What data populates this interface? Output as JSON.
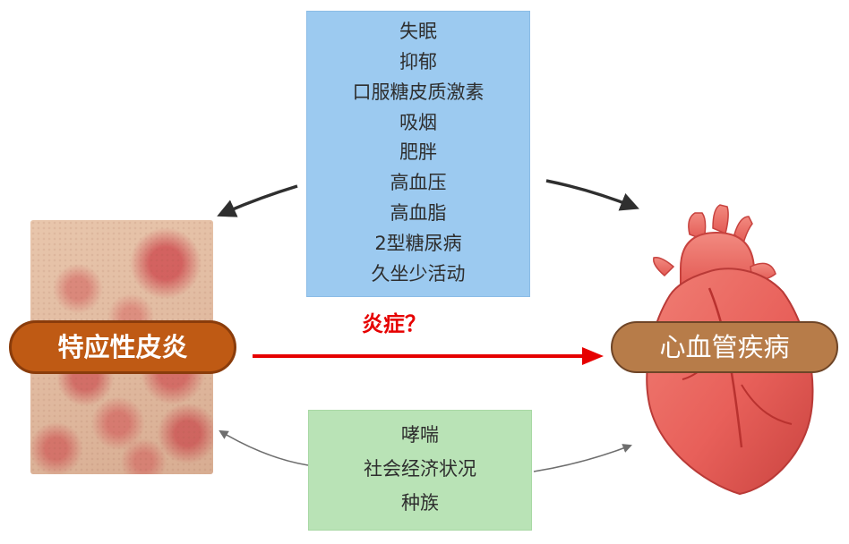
{
  "risk_factors_shared": [
    "失眠",
    "抑郁",
    "口服糖皮质激素",
    "吸烟",
    "肥胖",
    "高血压",
    "高血脂",
    "2型糖尿病",
    "久坐少活动"
  ],
  "confounders": [
    "哮喘",
    "社会经济状况",
    "种族"
  ],
  "left_node": {
    "label": "特应性皮炎"
  },
  "right_node": {
    "label": "心血管疾病"
  },
  "link": {
    "label": "炎症？"
  },
  "colors": {
    "top_box": "#9ccaf0",
    "bottom_box": "#b9e3b6",
    "left_pill": "#bf5a14",
    "right_pill": "#b77c49",
    "main_arrow": "#e60000",
    "heart": "#e8605a"
  }
}
